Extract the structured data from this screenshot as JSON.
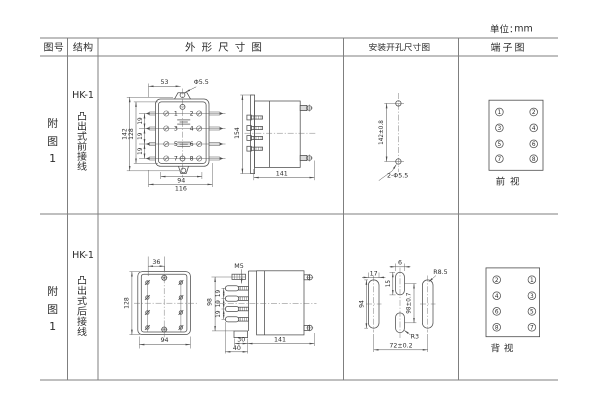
{
  "unit_note": "单位：mm",
  "header": {
    "col_fig": "图号",
    "col_structure": "结构",
    "col_outline": "外形尺寸图",
    "col_install": "安装开孔尺寸图",
    "col_terminal": "端子图"
  },
  "rows": [
    {
      "fig_no": "附图1",
      "model": "HK-1",
      "structure": "凸出式前接线",
      "outline": {
        "front": {
          "terminals": [
            "1",
            "2",
            "3",
            "4",
            "5",
            "6",
            "7",
            "8"
          ],
          "dims": {
            "top_width": "53",
            "hole": "Φ5.5",
            "height_outer": "142",
            "height_inner": "128",
            "pitch": "19",
            "width_inner": "94",
            "width_outer": "116"
          }
        },
        "side": {
          "dims": {
            "height": "154",
            "depth": "141"
          }
        }
      },
      "install": {
        "dims": {
          "hole_pitch": "142±0.8",
          "holes": "2-Φ5.5"
        }
      },
      "terminal": {
        "left": [
          "1",
          "3",
          "5",
          "7"
        ],
        "right": [
          "2",
          "4",
          "6",
          "8"
        ],
        "view_label": "前视"
      }
    },
    {
      "fig_no": "附图1",
      "model": "HK-1",
      "structure": "凸出式后接线",
      "outline": {
        "rear": {
          "dims": {
            "hole_offset": "36",
            "height": "128",
            "width": "94"
          }
        },
        "side": {
          "dims": {
            "thread": "M5",
            "pitch": "19",
            "total": "98",
            "foot": "30",
            "foot2": "40",
            "depth": "141"
          }
        }
      },
      "install": {
        "dims": {
          "slot_w": "17",
          "mid_w": "6",
          "mid_len": "15",
          "slot_len": "94",
          "mid_pitch": "98±0.7",
          "span": "72±0.2",
          "radius": "R8.5",
          "radius2": "R3"
        }
      },
      "terminal": {
        "left": [
          "2",
          "4",
          "6",
          "8"
        ],
        "right": [
          "1",
          "3",
          "5",
          "7"
        ],
        "view_label": "背视"
      }
    }
  ],
  "colors": {
    "ink": "#4c4c4c",
    "grid": "#8a8a8a",
    "text": "#2b2b2b",
    "background": "#ffffff"
  }
}
